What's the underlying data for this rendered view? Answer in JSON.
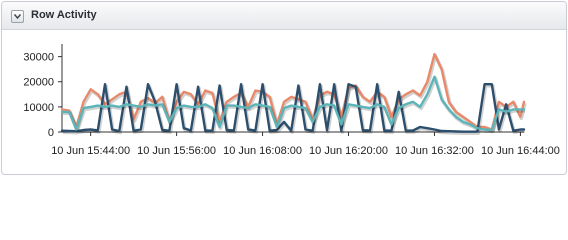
{
  "panel": {
    "title": "Row Activity"
  },
  "icons": {
    "collapse": "chevron-down-icon"
  },
  "chart_data": {
    "type": "line",
    "title": "",
    "xlabel": "",
    "ylabel": "",
    "ylim": [
      0,
      35000
    ],
    "xlim": [
      "10 Jun 15:40:00",
      "10 Jun 16:44:30"
    ],
    "yticks": [
      0,
      10000,
      20000,
      30000
    ],
    "ytick_labels": [
      "0",
      "10000",
      "20000",
      "30000"
    ],
    "xticks": [
      "10 Jun 15:44:00",
      "10 Jun 15:56:00",
      "10 Jun 16:08:00",
      "10 Jun 16:20:00",
      "10 Jun 16:32:00",
      "10 Jun 16:44:00"
    ],
    "xtick_labels": [
      "10 Jun 15:44:00",
      "10 Jun 15:56:00",
      "10 Jun 16:08:00",
      "10 Jun 16:20:00",
      "10 Jun 16:32:00",
      "10 Jun 16:44:00"
    ],
    "grid": false,
    "legend": "none",
    "series": [
      {
        "color": "#e8896a",
        "x": [
          "10 Jun 15:40:00",
          "10 Jun 15:41:00",
          "10 Jun 15:42:00",
          "10 Jun 15:43:00",
          "10 Jun 15:44:00",
          "10 Jun 15:45:00",
          "10 Jun 15:46:00",
          "10 Jun 15:47:00",
          "10 Jun 15:48:00",
          "10 Jun 15:49:00",
          "10 Jun 15:50:00",
          "10 Jun 15:51:00",
          "10 Jun 15:52:00",
          "10 Jun 15:53:00",
          "10 Jun 15:54:00",
          "10 Jun 15:55:00",
          "10 Jun 15:56:00",
          "10 Jun 15:57:00",
          "10 Jun 15:58:00",
          "10 Jun 15:59:00",
          "10 Jun 16:00:00",
          "10 Jun 16:01:00",
          "10 Jun 16:02:00",
          "10 Jun 16:03:00",
          "10 Jun 16:04:00",
          "10 Jun 16:05:00",
          "10 Jun 16:06:00",
          "10 Jun 16:07:00",
          "10 Jun 16:08:00",
          "10 Jun 16:09:00",
          "10 Jun 16:10:00",
          "10 Jun 16:11:00",
          "10 Jun 16:12:00",
          "10 Jun 16:13:00",
          "10 Jun 16:14:00",
          "10 Jun 16:15:00",
          "10 Jun 16:16:00",
          "10 Jun 16:17:00",
          "10 Jun 16:18:00",
          "10 Jun 16:19:00",
          "10 Jun 16:20:00",
          "10 Jun 16:21:00",
          "10 Jun 16:22:00",
          "10 Jun 16:23:00",
          "10 Jun 16:24:00",
          "10 Jun 16:25:00",
          "10 Jun 16:26:00",
          "10 Jun 16:27:00",
          "10 Jun 16:28:00",
          "10 Jun 16:29:00",
          "10 Jun 16:30:00",
          "10 Jun 16:31:00",
          "10 Jun 16:32:00",
          "10 Jun 16:33:00",
          "10 Jun 16:34:00",
          "10 Jun 16:35:00",
          "10 Jun 16:36:00",
          "10 Jun 16:37:00",
          "10 Jun 16:38:00",
          "10 Jun 16:39:00",
          "10 Jun 16:40:00",
          "10 Jun 16:41:00",
          "10 Jun 16:42:00",
          "10 Jun 16:43:00",
          "10 Jun 16:44:00",
          "10 Jun 16:44:30"
        ],
        "values": [
          9000,
          8500,
          2000,
          12000,
          17000,
          15000,
          11000,
          13000,
          15000,
          16000,
          5000,
          12000,
          13500,
          11500,
          14000,
          4000,
          12000,
          16000,
          15000,
          11000,
          16500,
          15500,
          4000,
          12000,
          14000,
          15500,
          10000,
          16500,
          16000,
          14000,
          3000,
          12000,
          14000,
          13000,
          12000,
          5000,
          14500,
          16000,
          15000,
          6000,
          17500,
          18500,
          14000,
          12000,
          16000,
          14000,
          6000,
          13000,
          15000,
          16500,
          14500,
          20000,
          31000,
          25000,
          12000,
          8000,
          6000,
          4000,
          2000,
          2000,
          1000,
          12000,
          10000,
          12000,
          6000,
          12000
        ]
      },
      {
        "color": "#2c4f6e",
        "x": [
          "10 Jun 15:40:00",
          "10 Jun 15:41:00",
          "10 Jun 15:42:00",
          "10 Jun 15:43:00",
          "10 Jun 15:44:00",
          "10 Jun 15:45:00",
          "10 Jun 15:46:00",
          "10 Jun 15:47:00",
          "10 Jun 15:48:00",
          "10 Jun 15:49:00",
          "10 Jun 15:50:00",
          "10 Jun 15:51:00",
          "10 Jun 15:52:00",
          "10 Jun 15:53:00",
          "10 Jun 15:54:00",
          "10 Jun 15:55:00",
          "10 Jun 15:56:00",
          "10 Jun 15:57:00",
          "10 Jun 15:58:00",
          "10 Jun 15:59:00",
          "10 Jun 16:00:00",
          "10 Jun 16:01:00",
          "10 Jun 16:02:00",
          "10 Jun 16:03:00",
          "10 Jun 16:04:00",
          "10 Jun 16:05:00",
          "10 Jun 16:06:00",
          "10 Jun 16:07:00",
          "10 Jun 16:08:00",
          "10 Jun 16:09:00",
          "10 Jun 16:10:00",
          "10 Jun 16:11:00",
          "10 Jun 16:12:00",
          "10 Jun 16:13:00",
          "10 Jun 16:14:00",
          "10 Jun 16:15:00",
          "10 Jun 16:16:00",
          "10 Jun 16:17:00",
          "10 Jun 16:18:00",
          "10 Jun 16:19:00",
          "10 Jun 16:20:00",
          "10 Jun 16:21:00",
          "10 Jun 16:22:00",
          "10 Jun 16:23:00",
          "10 Jun 16:24:00",
          "10 Jun 16:25:00",
          "10 Jun 16:26:00",
          "10 Jun 16:27:00",
          "10 Jun 16:28:00",
          "10 Jun 16:29:00",
          "10 Jun 16:30:00",
          "10 Jun 16:31:00",
          "10 Jun 16:32:00",
          "10 Jun 16:33:00",
          "10 Jun 16:34:00",
          "10 Jun 16:35:00",
          "10 Jun 16:36:00",
          "10 Jun 16:37:00",
          "10 Jun 16:38:00",
          "10 Jun 16:39:00",
          "10 Jun 16:40:00",
          "10 Jun 16:41:00",
          "10 Jun 16:42:00",
          "10 Jun 16:43:00",
          "10 Jun 16:44:00",
          "10 Jun 16:44:30"
        ],
        "values": [
          500,
          400,
          300,
          800,
          1000,
          600,
          19000,
          1000,
          400,
          18000,
          500,
          1000,
          19000,
          12000,
          800,
          500,
          19000,
          1500,
          600,
          18000,
          600,
          500,
          18500,
          800,
          600,
          19000,
          1000,
          600,
          19000,
          500,
          800,
          4000,
          500,
          18500,
          1000,
          500,
          19000,
          700,
          19000,
          500,
          19000,
          18000,
          700,
          600,
          19000,
          600,
          500,
          16000,
          500,
          600,
          2000,
          1500,
          1000,
          400,
          300,
          200,
          100,
          100,
          100,
          19000,
          19000,
          1000,
          11000,
          500,
          1000,
          1000
        ]
      },
      {
        "color": "#5bb5b8",
        "x": [
          "10 Jun 15:40:00",
          "10 Jun 15:41:00",
          "10 Jun 15:42:00",
          "10 Jun 15:43:00",
          "10 Jun 15:44:00",
          "10 Jun 15:45:00",
          "10 Jun 15:46:00",
          "10 Jun 15:47:00",
          "10 Jun 15:48:00",
          "10 Jun 15:49:00",
          "10 Jun 15:50:00",
          "10 Jun 15:51:00",
          "10 Jun 15:52:00",
          "10 Jun 15:53:00",
          "10 Jun 15:54:00",
          "10 Jun 15:55:00",
          "10 Jun 15:56:00",
          "10 Jun 15:57:00",
          "10 Jun 15:58:00",
          "10 Jun 15:59:00",
          "10 Jun 16:00:00",
          "10 Jun 16:01:00",
          "10 Jun 16:02:00",
          "10 Jun 16:03:00",
          "10 Jun 16:04:00",
          "10 Jun 16:05:00",
          "10 Jun 16:06:00",
          "10 Jun 16:07:00",
          "10 Jun 16:08:00",
          "10 Jun 16:09:00",
          "10 Jun 16:10:00",
          "10 Jun 16:11:00",
          "10 Jun 16:12:00",
          "10 Jun 16:13:00",
          "10 Jun 16:14:00",
          "10 Jun 16:15:00",
          "10 Jun 16:16:00",
          "10 Jun 16:17:00",
          "10 Jun 16:18:00",
          "10 Jun 16:19:00",
          "10 Jun 16:20:00",
          "10 Jun 16:21:00",
          "10 Jun 16:22:00",
          "10 Jun 16:23:00",
          "10 Jun 16:24:00",
          "10 Jun 16:25:00",
          "10 Jun 16:26:00",
          "10 Jun 16:27:00",
          "10 Jun 16:28:00",
          "10 Jun 16:29:00",
          "10 Jun 16:30:00",
          "10 Jun 16:31:00",
          "10 Jun 16:32:00",
          "10 Jun 16:33:00",
          "10 Jun 16:34:00",
          "10 Jun 16:35:00",
          "10 Jun 16:36:00",
          "10 Jun 16:37:00",
          "10 Jun 16:38:00",
          "10 Jun 16:39:00",
          "10 Jun 16:40:00",
          "10 Jun 16:41:00",
          "10 Jun 16:42:00",
          "10 Jun 16:43:00",
          "10 Jun 16:44:00",
          "10 Jun 16:44:30"
        ],
        "values": [
          8000,
          8000,
          1000,
          9500,
          10000,
          10500,
          10000,
          10500,
          10000,
          11000,
          10500,
          10000,
          11000,
          10500,
          11000,
          4000,
          9500,
          10500,
          10000,
          10000,
          11000,
          9500,
          2000,
          10500,
          10500,
          10000,
          9500,
          11000,
          10500,
          10000,
          2000,
          9500,
          10500,
          10000,
          9500,
          4000,
          10000,
          11000,
          10500,
          3000,
          11000,
          10500,
          10000,
          9500,
          11000,
          10000,
          3000,
          9500,
          11000,
          12000,
          10000,
          15000,
          22000,
          13000,
          9000,
          6000,
          4000,
          3000,
          1500,
          1000,
          800,
          9000,
          8000,
          9000,
          9000,
          9000
        ]
      }
    ]
  }
}
